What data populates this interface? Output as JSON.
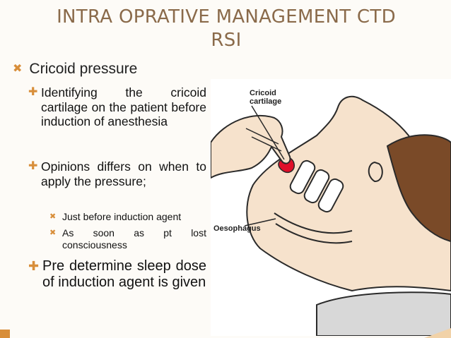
{
  "slide": {
    "title_line1": "INTRA OPRATIVE MANAGEMENT CTD",
    "title_line2": "RSI",
    "bullet_main": "Cricoid pressure",
    "items": [
      {
        "text": "Identifying the cricoid cartilage on the patient before induction of anesthesia"
      },
      {
        "text": "Opinions differs on when to apply the pressure;"
      },
      {
        "text": "Pre determine sleep dose of induction agent is given"
      }
    ],
    "subitems": [
      {
        "text": "Just before induction agent"
      },
      {
        "text": "As soon as pt lost consciousness"
      }
    ]
  },
  "illustration": {
    "label_cricoid": "Cricoid cartilage",
    "label_oesophagus": "Oesophagus"
  },
  "colors": {
    "title": "#8a6a4a",
    "bullet": "#d88e3a",
    "skin": "#f6e2cc",
    "outline": "#2a2a2a",
    "pressure": "#e0102a"
  },
  "icons": {
    "level1": "x-mark",
    "level2": "plus",
    "level3": "x-mark"
  }
}
